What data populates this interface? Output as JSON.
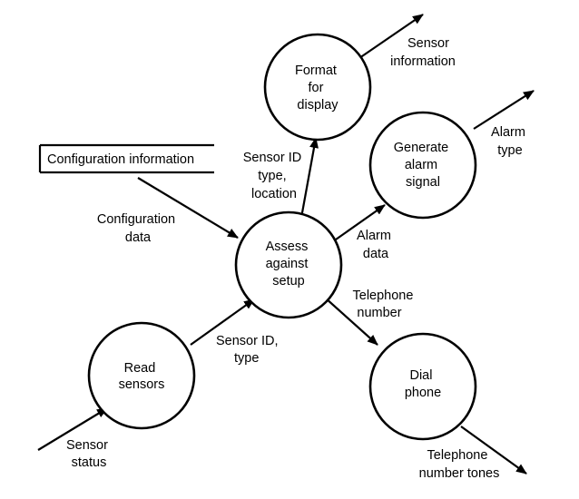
{
  "processes": {
    "read_sensors": [
      "Read",
      "sensors"
    ],
    "assess": [
      "Assess",
      "against",
      "setup"
    ],
    "format": [
      "Format",
      "for",
      "display"
    ],
    "generate": [
      "Generate",
      "alarm",
      "signal"
    ],
    "dial": [
      "Dial",
      "phone"
    ]
  },
  "data_store": {
    "label": "Configuration information"
  },
  "flows": {
    "sensor_status": [
      "Sensor",
      "status"
    ],
    "sensor_id_type": [
      "Sensor ID,",
      "type"
    ],
    "configuration_data": [
      "Configuration",
      "data"
    ],
    "sensor_id_type_location": [
      "Sensor ID",
      "type,",
      "location"
    ],
    "sensor_information": [
      "Sensor",
      "information"
    ],
    "alarm_data": [
      "Alarm",
      "data"
    ],
    "alarm_type": [
      "Alarm",
      "type"
    ],
    "telephone_number": [
      "Telephone",
      "number"
    ],
    "telephone_number_tones": [
      "Telephone",
      "number tones"
    ]
  }
}
